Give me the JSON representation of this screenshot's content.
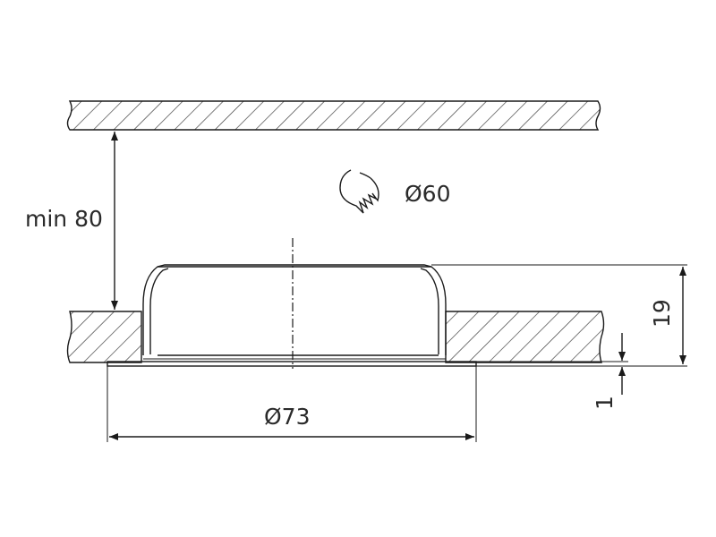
{
  "dimensions": {
    "clearance": "min 80",
    "cutout_diameter": "Ø60",
    "outer_diameter": "Ø73",
    "height": "19",
    "flange_thickness": "1"
  },
  "icons": {
    "cutout": "hole-saw-icon"
  },
  "colors": {
    "line": "#1a1a1a",
    "hatch": "#333333",
    "background": "#ffffff"
  }
}
